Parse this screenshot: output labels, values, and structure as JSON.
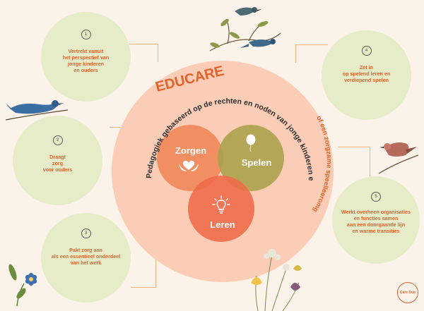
{
  "title": "EDUCARE",
  "subtitle": "of een zorgzame speelleeromgeving voor kleuters",
  "arc_text": "Pedagogiek gebaseerd op de rechten en noden van jonge kinderen en hun families",
  "venn": {
    "zorgen": "Zorgen",
    "spelen": "Spelen",
    "leren": "Leren"
  },
  "steps": [
    {
      "number": "1",
      "lines": [
        "Vertrekt vanuit",
        "het perspectief van",
        "jonge kinderen",
        "en ouders"
      ]
    },
    {
      "number": "2",
      "lines": [
        "Draagt",
        "zorg",
        "voor ouders"
      ]
    },
    {
      "number": "3",
      "lines": [
        "Pakt zorg aan",
        "als een essentieel onderdeel",
        "van het werk"
      ]
    },
    {
      "number": "4",
      "lines": [
        "Zet in",
        "op spelend leren en",
        "verdiepend spelen"
      ]
    },
    {
      "number": "5",
      "lines": [
        "Werkt overheen organisaties",
        "en functies samen",
        "aan een doorgaande lijn",
        "en warme transities"
      ]
    }
  ],
  "logo_text": "Care Duo",
  "colors": {
    "background": "#fbf3ea",
    "big_circle": "#fbcdb6",
    "step_circle": "#e5ecc7",
    "accent_orange": "#e2622b",
    "zorgen": "#f08a5c",
    "spelen": "#a8a24a",
    "leren": "#ee6a48"
  }
}
